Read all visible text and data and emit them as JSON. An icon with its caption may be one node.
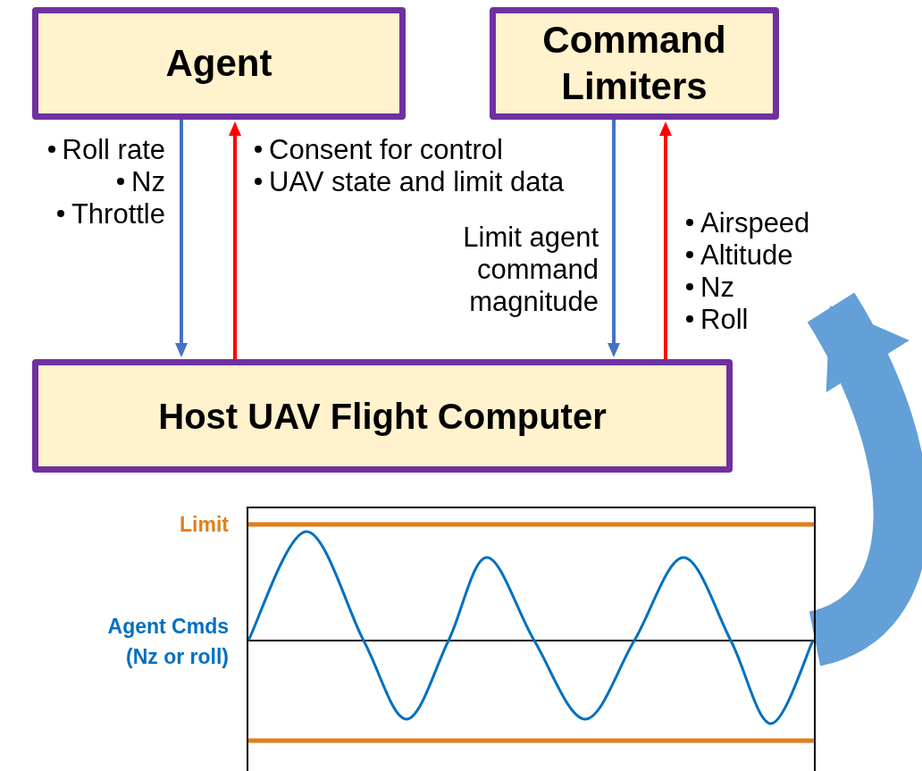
{
  "diagram": {
    "nodes": [
      {
        "text": [
          "Agent"
        ]
      },
      {
        "text": [
          "Command Limiters"
        ]
      },
      {
        "text": [
          "Host UAV Flight Computer"
        ]
      },
      {
        "text": [],
        "shape": "chart"
      }
    ],
    "edges": [
      {
        "from": 0,
        "to": 2,
        "arrow": "to",
        "color": "#4472c4",
        "label": [
          "Roll rate",
          "Nz",
          "Throttle"
        ]
      },
      {
        "from": 2,
        "to": 0,
        "arrow": "to",
        "color": "#ff0000",
        "label": [
          "Consent for control",
          "UAV state and limit data"
        ]
      },
      {
        "from": 1,
        "to": 2,
        "arrow": "to",
        "color": "#4472c4",
        "label": "Limit agent command magnitude"
      },
      {
        "from": 2,
        "to": 1,
        "arrow": "to",
        "color": "#ff0000",
        "label": [
          "Airspeed",
          "Altitude",
          "Nz",
          "Roll"
        ]
      },
      {
        "from": 3,
        "to": 2,
        "arrow": "to",
        "color": "#5b9bd5",
        "style": "thick"
      }
    ],
    "labels": [
      "Limit",
      "Agent Cmds (Nz or roll)"
    ]
  }
}
